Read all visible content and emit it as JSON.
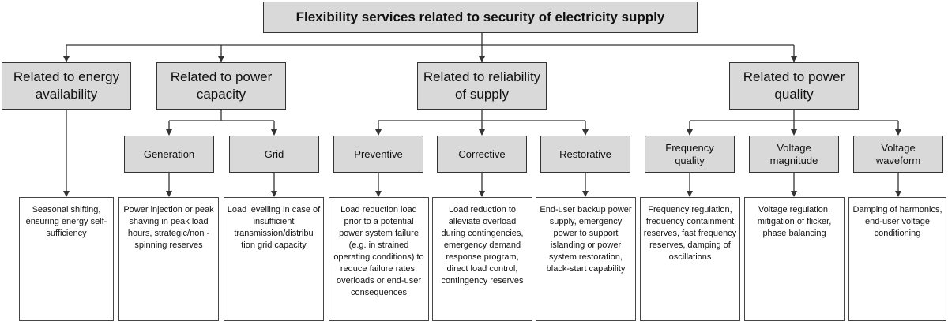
{
  "root": {
    "title": "Flexibility services related to security of electricity supply"
  },
  "categories": {
    "energy": {
      "label": "Related to energy availability"
    },
    "capacity": {
      "label": "Related to power capacity"
    },
    "reliability": {
      "label": "Related to reliability of supply"
    },
    "quality": {
      "label": "Related to power quality"
    }
  },
  "subcategories": {
    "generation": "Generation",
    "grid": "Grid",
    "preventive": "Preventive",
    "corrective": "Corrective",
    "restorative": "Restorative",
    "frequency": "Frequency quality",
    "voltage_magnitude": "Voltage magnitude",
    "voltage_waveform": "Voltage waveform"
  },
  "descriptions": {
    "energy": "Seasonal shifting, ensuring energy self-sufficiency",
    "generation": "Power injection or peak shaving in peak load hours, strategic/non -spinning reserves",
    "grid": "Load levelling in case of insufficient transmission/distribu tion grid capacity",
    "preventive": "Load reduction load prior to a potential power system failure (e.g. in strained operating conditions) to reduce failure rates, overloads or end-user consequences",
    "corrective": "Load reduction to alleviate overload during contingencies, emergency demand response program, direct load control, contingency reserves",
    "restorative": "End-user backup power supply, emergency power to support islanding or power system restoration, black-start capability",
    "frequency": "Frequency regulation, frequency containment reserves, fast frequency reserves, damping of oscillations",
    "voltage_magnitude": "Voltage regulation, mitigation of flicker, phase balancing",
    "voltage_waveform": "Damping of harmonics, end-user voltage conditioning"
  }
}
